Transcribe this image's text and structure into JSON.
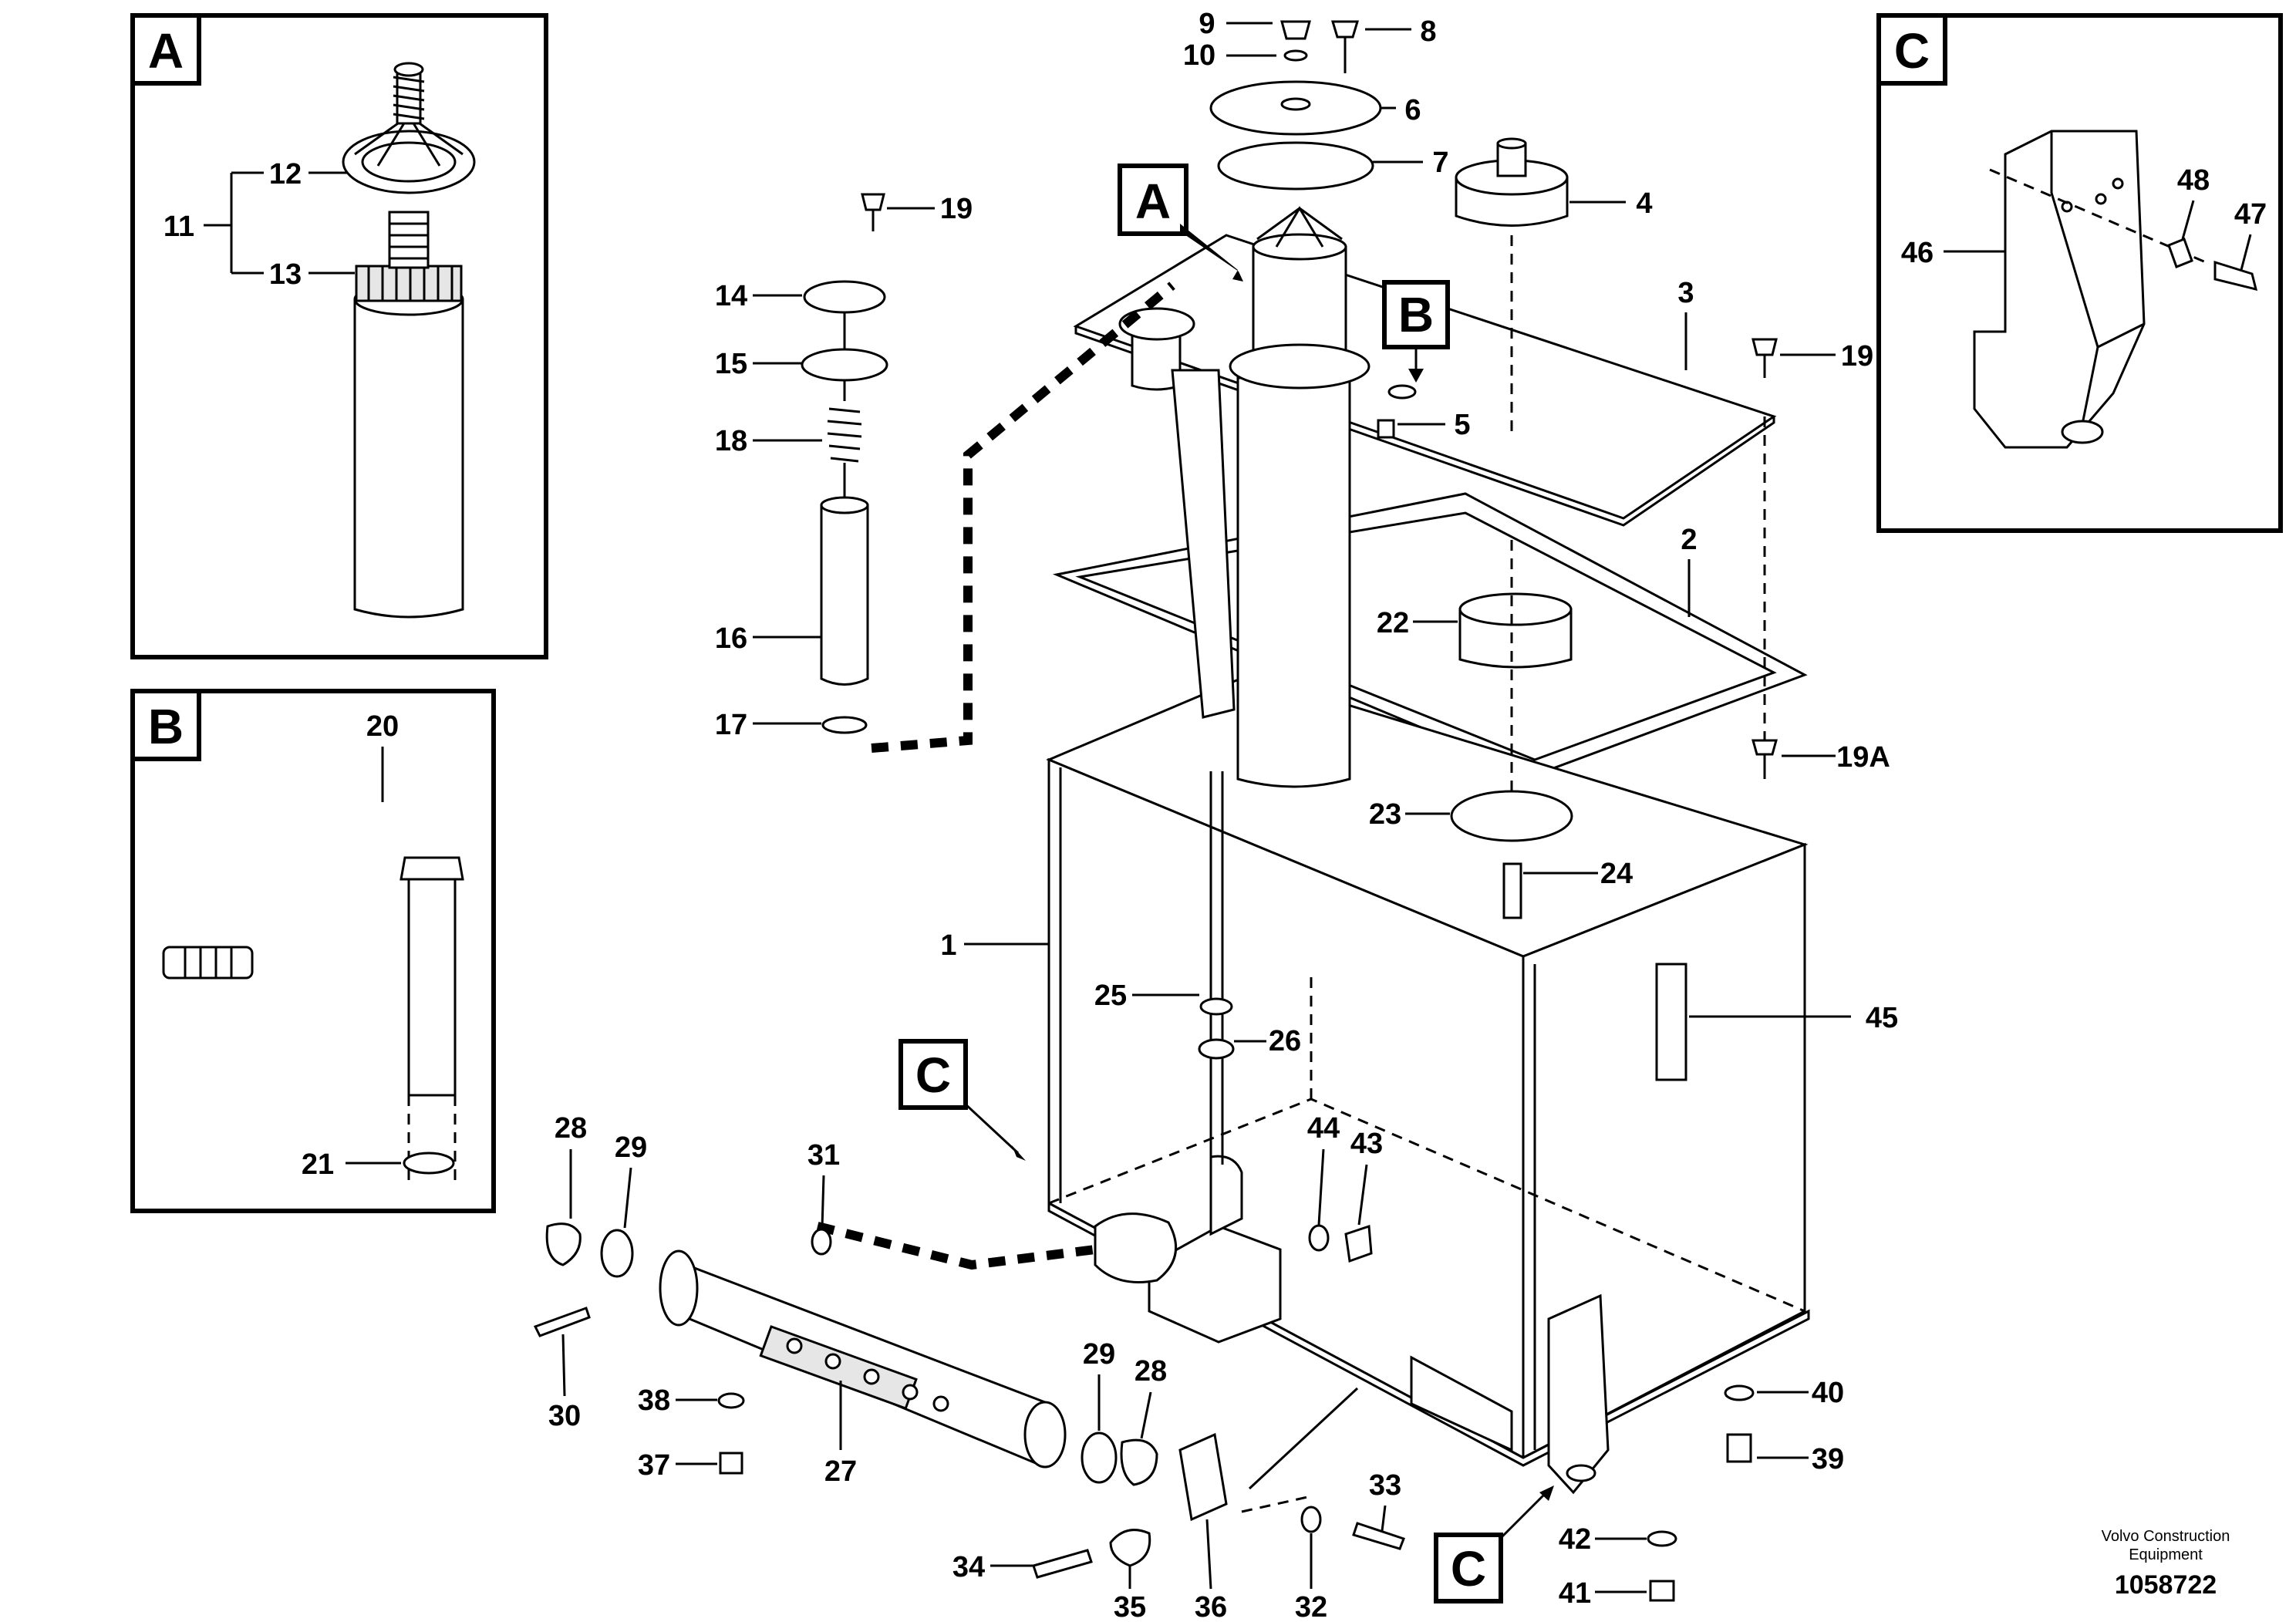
{
  "detail_boxes": [
    {
      "id": "A",
      "letter": "A"
    },
    {
      "id": "B",
      "letter": "B"
    },
    {
      "id": "C",
      "letter": "C"
    }
  ],
  "callouts": {
    "A": "A",
    "B": "B",
    "C_upper": "C",
    "C_lower": "C"
  },
  "parts": {
    "p1": "1",
    "p2": "2",
    "p3": "3",
    "p4": "4",
    "p5": "5",
    "p6": "6",
    "p7": "7",
    "p8": "8",
    "p9": "9",
    "p10": "10",
    "p11": "11",
    "p12": "12",
    "p13": "13",
    "p14": "14",
    "p15": "15",
    "p16": "16",
    "p17": "17",
    "p18": "18",
    "p19a": "19",
    "p19b": "19",
    "p19A": "19A",
    "p20": "20",
    "p21": "21",
    "p22": "22",
    "p23": "23",
    "p24": "24",
    "p25": "25",
    "p26": "26",
    "p27": "27",
    "p28a": "28",
    "p28b": "28",
    "p29a": "29",
    "p29b": "29",
    "p30": "30",
    "p31": "31",
    "p32": "32",
    "p33": "33",
    "p34": "34",
    "p35": "35",
    "p36": "36",
    "p37": "37",
    "p38": "38",
    "p39": "39",
    "p40": "40",
    "p41": "41",
    "p42": "42",
    "p43": "43",
    "p44": "44",
    "p45": "45",
    "p46": "46",
    "p47": "47",
    "p48": "48"
  },
  "footer": {
    "brand_line1": "Volvo Construction",
    "brand_line2": "Equipment",
    "doc_number": "1058722"
  }
}
